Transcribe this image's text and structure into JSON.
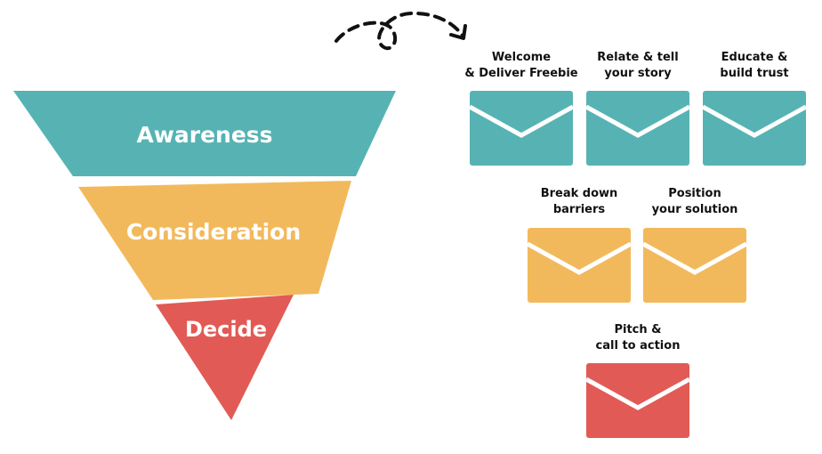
{
  "funnel": {
    "stages": [
      {
        "label": "Awareness",
        "color": "#57b3b3"
      },
      {
        "label": "Consideration",
        "color": "#f2b95c"
      },
      {
        "label": "Decide",
        "color": "#e25a55"
      }
    ]
  },
  "emails": [
    {
      "line1": "Welcome",
      "line2": "& Deliver Freebie",
      "color": "#57b3b3"
    },
    {
      "line1": "Relate & tell",
      "line2": "your story",
      "color": "#57b3b3"
    },
    {
      "line1": "Educate &",
      "line2": "build trust",
      "color": "#57b3b3"
    },
    {
      "line1": "Break down",
      "line2": "barriers",
      "color": "#f2b95c"
    },
    {
      "line1": "Position",
      "line2": "your solution",
      "color": "#f2b95c"
    },
    {
      "line1": "Pitch &",
      "line2": "call to action",
      "color": "#e25a55"
    }
  ]
}
